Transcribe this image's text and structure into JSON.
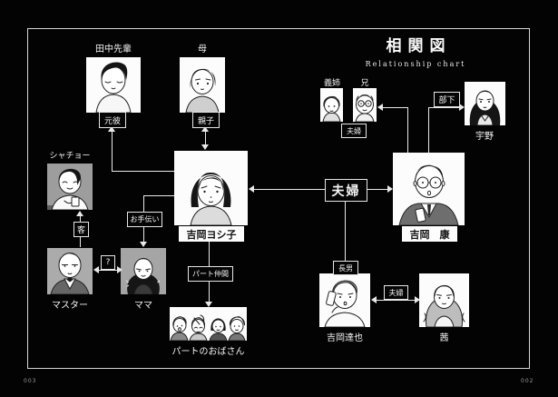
{
  "page": {
    "title": "相関図",
    "subtitle": "Relationship chart",
    "page_number_left": "003",
    "page_number_right": "002"
  },
  "colors": {
    "background": "#030303",
    "frame_border": "#d6d6d6",
    "connector": "#e9e9e9",
    "gray_portrait_bg": "#a3a3a3"
  },
  "people": {
    "tanaka": {
      "label": "田中先輩"
    },
    "mother": {
      "label": "母"
    },
    "yoshiko": {
      "label": "吉岡ヨシ子"
    },
    "yasushi": {
      "label": "吉岡　康"
    },
    "gishi": {
      "label": "義姉"
    },
    "ani": {
      "label": "兄"
    },
    "uno": {
      "label": "宇野"
    },
    "shacho": {
      "label": "シャチョー"
    },
    "master": {
      "label": "マスター"
    },
    "mama": {
      "label": "ママ"
    },
    "part_ladies": {
      "label": "パートのおばさん"
    },
    "tatsuya": {
      "label": "吉岡達也"
    },
    "akane": {
      "label": "茜"
    }
  },
  "relations": {
    "motokare": "元彼",
    "oyako": "親子",
    "fufu_center": "夫婦",
    "fufu_inlaws": "夫婦",
    "fufu_son": "夫婦",
    "buka": "部下",
    "kyaku": "客",
    "question": "?",
    "otetsudai": "お手伝い",
    "part_nakama": "パート仲間",
    "chonan": "長男"
  }
}
